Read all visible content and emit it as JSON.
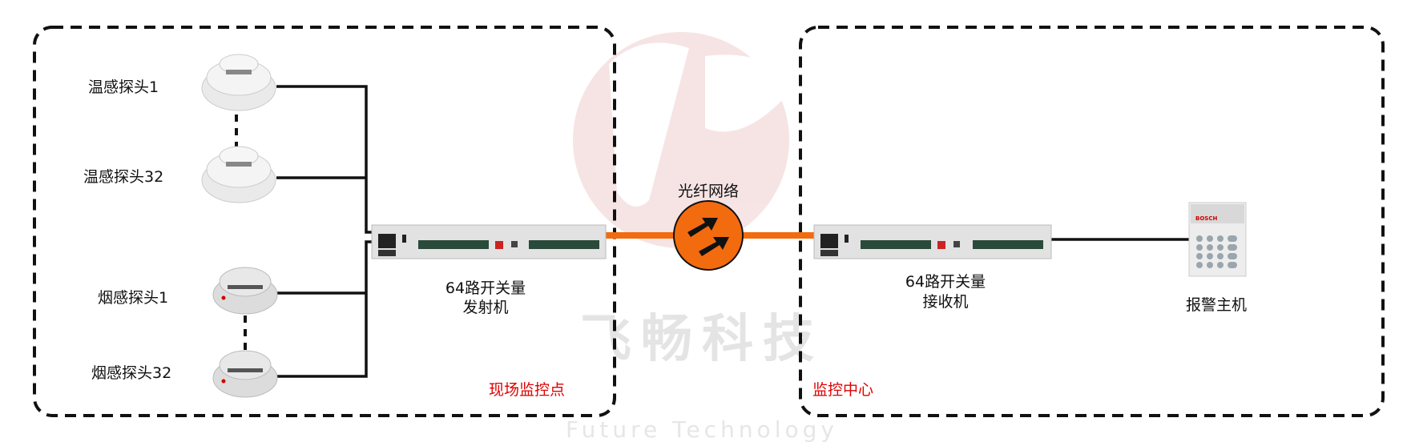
{
  "left_zone": {
    "label": "现场监控点",
    "heat_detectors": [
      {
        "label": "温感探头1"
      },
      {
        "label": "温感探头32"
      }
    ],
    "smoke_detectors": [
      {
        "label": "烟感探头1"
      },
      {
        "label": "烟感探头32"
      }
    ],
    "transmitter": {
      "line1": "64路开关量",
      "line2": "发射机"
    }
  },
  "network": {
    "label": "光纤网络",
    "icon": "fiber-network-arrows-icon"
  },
  "right_zone": {
    "label": "监控中心",
    "receiver": {
      "line1": "64路开关量",
      "line2": "接收机"
    },
    "alarm_host": {
      "label": "报警主机",
      "brand": "BOSCH"
    }
  },
  "watermark": {
    "cn": "飞畅科技",
    "en": "Future Technology"
  },
  "colors": {
    "fiber": "#f26b0f",
    "zone_label": "#e00000",
    "watermark_logo": "#f2d3d3",
    "watermark_text": "#e4e4e4"
  }
}
